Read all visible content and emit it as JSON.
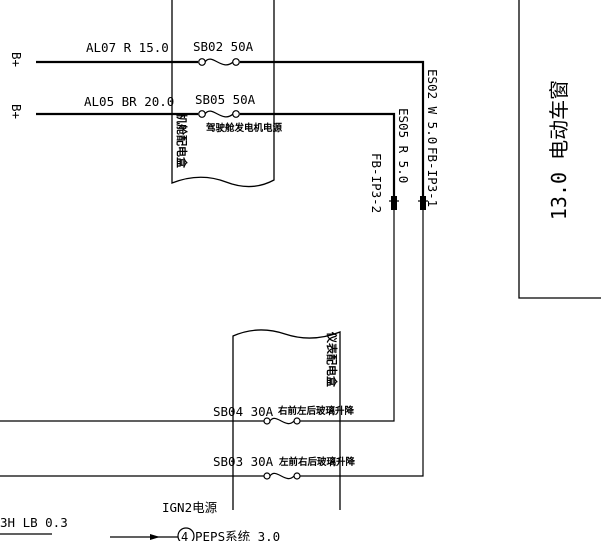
{
  "battery_labels": {
    "top": "B+",
    "bottom": "B+"
  },
  "wires": {
    "al07": "AL07 R 15.0",
    "al05": "AL05 BR 20.0",
    "es02": "ES02 W 5.0",
    "es05": "ES05 R 5.0",
    "fb_ip3_1": "FB-IP3-1",
    "fb_ip3_2": "FB-IP3-2",
    "bottom_left": "3H LB 0.3",
    "peps": "PEPS系统 3.0"
  },
  "fuses": {
    "sb02": "SB02 50A",
    "sb05": "SB05 50A",
    "sb04": "SB04 30A",
    "sb03": "SB03 30A",
    "sb05_desc": "驾驶舱发电机电源",
    "sb04_desc": "右前左后玻璃升降",
    "sb03_desc": "左前右后玻璃升降"
  },
  "boxes": {
    "engine_box": "机舱配电盒",
    "instrument_box": "仪表配电盒"
  },
  "ign2": "IGN2电源",
  "connector_number": "4",
  "title_block": "13.0 电动车窗"
}
